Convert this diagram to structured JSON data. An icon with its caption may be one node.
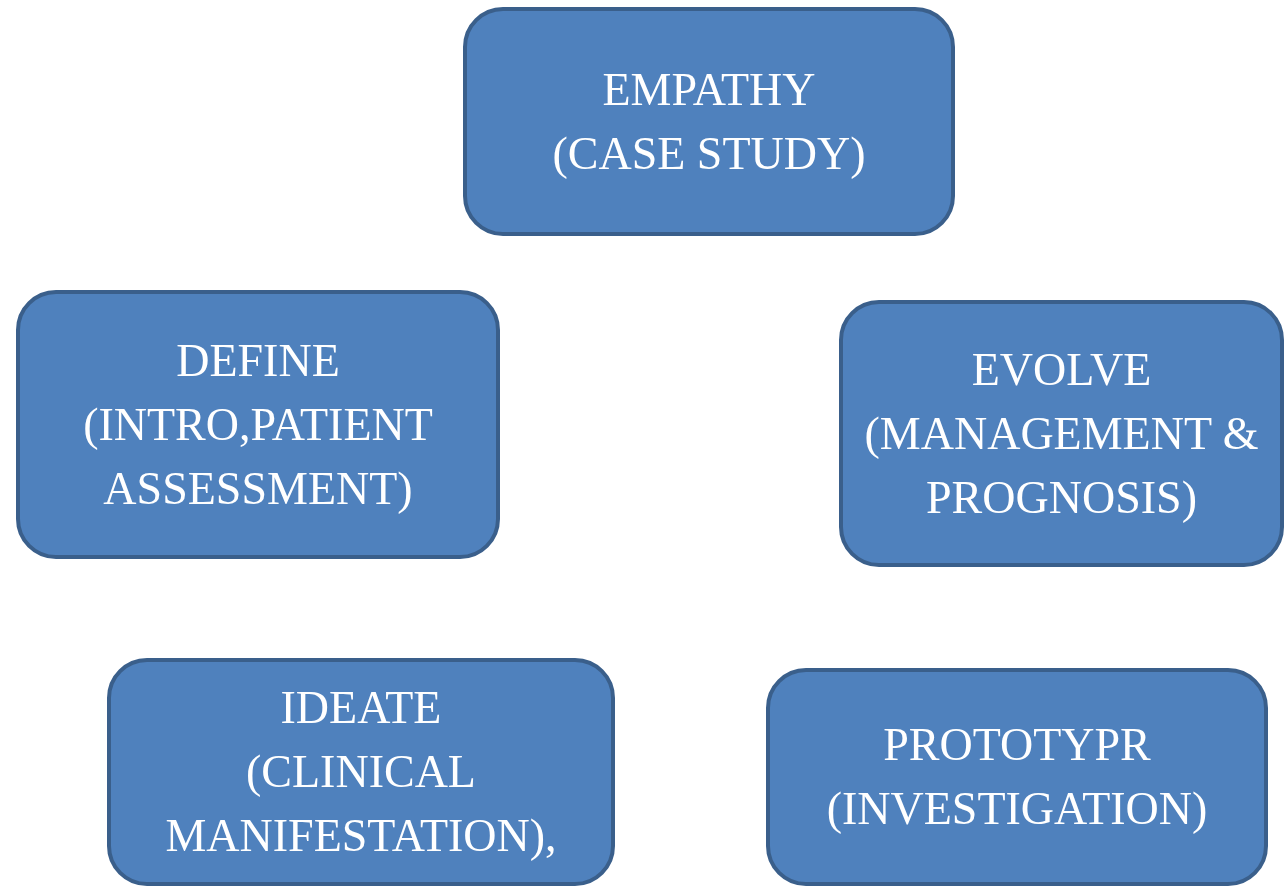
{
  "diagram": {
    "nodes": [
      {
        "text": [
          "EMPATHY",
          "(CASE STUDY)"
        ]
      },
      {
        "text": [
          "DEFINE",
          "(INTRO,PATIENT ASSESSMENT)"
        ]
      },
      {
        "text": [
          "EVOLVE",
          "(MANAGEMENT & PROGNOSIS)"
        ]
      },
      {
        "text": [
          "IDEATE",
          "(CLINICAL MANIFESTATION),"
        ]
      },
      {
        "text": [
          "PROTOTYPR",
          "(INVESTIGATION)"
        ]
      }
    ]
  }
}
